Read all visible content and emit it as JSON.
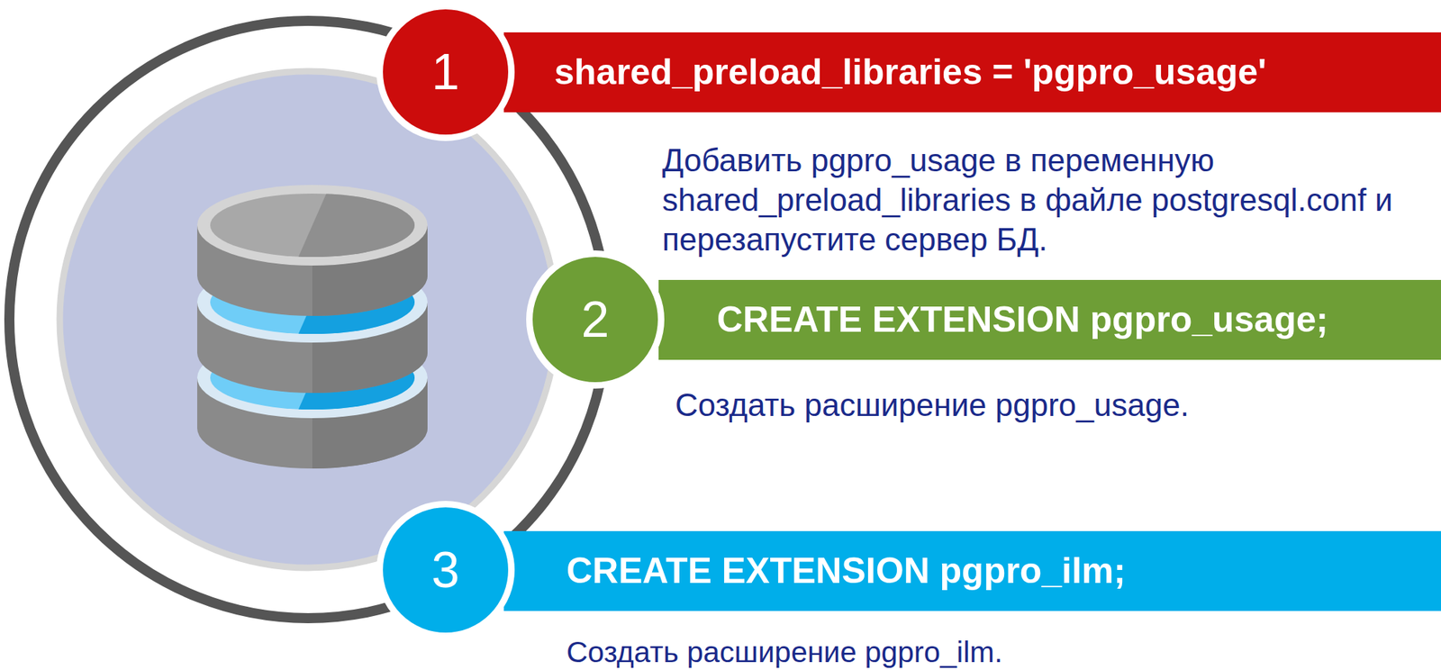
{
  "diagram": {
    "nodes": [
      {
        "text": [
          "1"
        ]
      },
      {
        "text": [
          "shared_preload_libraries = 'pgpro_usage'",
          "Добавить pgpro_usage в переменную shared_preload_libraries в файле postgresql.conf и перезапустите сервер БД."
        ]
      },
      {
        "text": [
          "2"
        ]
      },
      {
        "text": [
          "CREATE EXTENSION pgpro_usage;",
          "Создать расширение pgpro_usage."
        ]
      },
      {
        "text": [
          "3"
        ]
      },
      {
        "text": [
          "CREATE EXTENSION pgpro_ilm;",
          "Создать расширение pgpro_ilm."
        ]
      }
    ]
  }
}
